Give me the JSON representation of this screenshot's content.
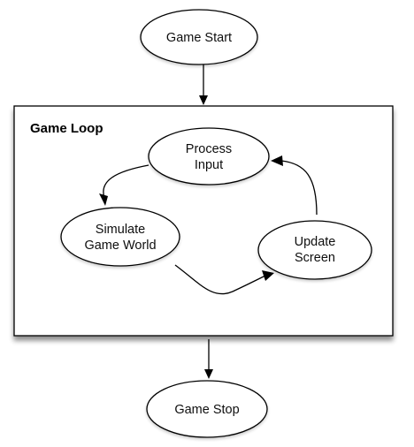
{
  "nodes": {
    "game_start": {
      "label": "Game Start"
    },
    "process_input": {
      "lines": [
        "Process",
        "Input"
      ]
    },
    "simulate_world": {
      "lines": [
        "Simulate",
        "Game World"
      ]
    },
    "update_screen": {
      "lines": [
        "Update",
        "Screen"
      ]
    },
    "game_stop": {
      "label": "Game Stop"
    }
  },
  "group": {
    "title": "Game Loop"
  },
  "edges": [
    {
      "from": "Game Start",
      "to": "Game Loop"
    },
    {
      "from": "Process Input",
      "to": "Simulate Game World"
    },
    {
      "from": "Simulate Game World",
      "to": "Update Screen"
    },
    {
      "from": "Update Screen",
      "to": "Process Input"
    },
    {
      "from": "Game Loop",
      "to": "Game Stop"
    }
  ],
  "colors": {
    "stroke": "#000000",
    "fill": "#ffffff",
    "text": "#111111"
  }
}
